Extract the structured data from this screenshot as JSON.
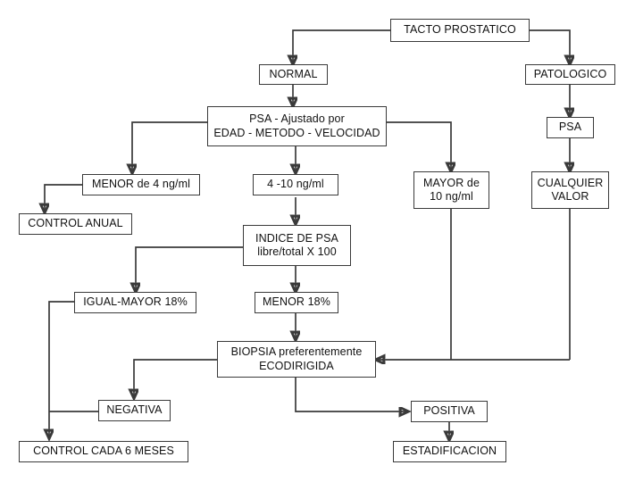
{
  "diagram": {
    "title": "Algoritmo de tacto prostatico y PSA",
    "language": "es",
    "line_color": "#3a3a3a",
    "box_border_color": "#3a3a3a",
    "background_color": "#ffffff",
    "text_color": "#111111"
  },
  "nodes": {
    "tacto_prostatico": "TACTO PROSTATICO",
    "normal": "NORMAL",
    "patologico": "PATOLOGICO",
    "psa_ajustado": "PSA - Ajustado por\nEDAD - METODO - VELOCIDAD",
    "psa": "PSA",
    "menor_4": "MENOR de 4 ng/ml",
    "rango_4_10": "4 -10 ng/ml",
    "mayor_10": "MAYOR de\n10 ng/ml",
    "cualquier_valor": "CUALQUIER\nVALOR",
    "control_anual": "CONTROL ANUAL",
    "indice_psa": "INDICE DE PSA\nlibre/total X 100",
    "igual_mayor_18": "IGUAL-MAYOR 18%",
    "menor_18": "MENOR 18%",
    "biopsia": "BIOPSIA preferentemente\nECODIRIGIDA",
    "negativa": "NEGATIVA",
    "positiva": "POSITIVA",
    "control_6_meses": "CONTROL CADA 6 MESES",
    "estadificacion": "ESTADIFICACION"
  },
  "edges": [
    {
      "from": "tacto_prostatico",
      "to": "normal"
    },
    {
      "from": "tacto_prostatico",
      "to": "patologico"
    },
    {
      "from": "normal",
      "to": "psa_ajustado"
    },
    {
      "from": "patologico",
      "to": "psa"
    },
    {
      "from": "psa_ajustado",
      "to": "menor_4"
    },
    {
      "from": "psa_ajustado",
      "to": "rango_4_10"
    },
    {
      "from": "psa_ajustado",
      "to": "mayor_10"
    },
    {
      "from": "psa",
      "to": "cualquier_valor"
    },
    {
      "from": "menor_4",
      "to": "control_anual"
    },
    {
      "from": "rango_4_10",
      "to": "indice_psa"
    },
    {
      "from": "indice_psa",
      "to": "igual_mayor_18"
    },
    {
      "from": "indice_psa",
      "to": "menor_18"
    },
    {
      "from": "menor_18",
      "to": "biopsia"
    },
    {
      "from": "mayor_10",
      "to": "biopsia"
    },
    {
      "from": "cualquier_valor",
      "to": "biopsia"
    },
    {
      "from": "biopsia",
      "to": "negativa"
    },
    {
      "from": "biopsia",
      "to": "positiva"
    },
    {
      "from": "igual_mayor_18",
      "to": "control_6_meses"
    },
    {
      "from": "negativa",
      "to": "control_6_meses"
    },
    {
      "from": "positiva",
      "to": "estadificacion"
    }
  ]
}
